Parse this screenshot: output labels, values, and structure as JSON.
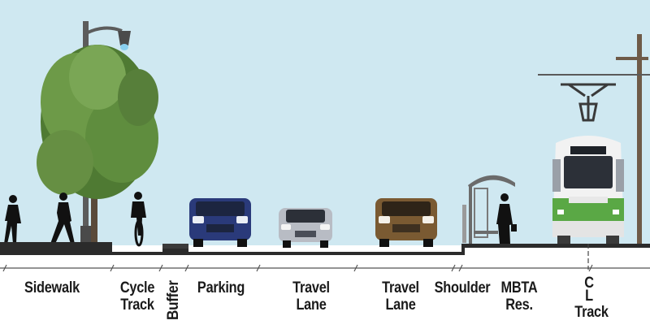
{
  "colors": {
    "sky": "#cfe8f1",
    "ground": "#ffffff",
    "pavement": "#2b2b2b",
    "tram_green": "#5aa845",
    "label_text": "#1a1a1a"
  },
  "segments": {
    "sidewalk": {
      "lines": [
        "Sidewalk"
      ]
    },
    "cycle_track": {
      "lines": [
        "Cycle",
        "Track"
      ]
    },
    "buffer": {
      "lines": [
        "Buffer"
      ]
    },
    "parking": {
      "lines": [
        "Parking"
      ]
    },
    "travel_lane_1": {
      "lines": [
        "Travel",
        "Lane"
      ]
    },
    "travel_lane_2": {
      "lines": [
        "Travel",
        "Lane"
      ]
    },
    "shoulder": {
      "lines": [
        "Shoulder"
      ]
    },
    "mbta_res": {
      "lines": [
        "MBTA",
        "Res."
      ]
    },
    "track": {
      "lines": [
        "C",
        "L",
        "Track"
      ]
    }
  },
  "icons": [
    "street-lamp-icon",
    "tree-icon",
    "pedestrian-icon",
    "cyclist-icon",
    "car-icon",
    "bus-shelter-icon",
    "tram-icon",
    "utility-pole-icon"
  ]
}
